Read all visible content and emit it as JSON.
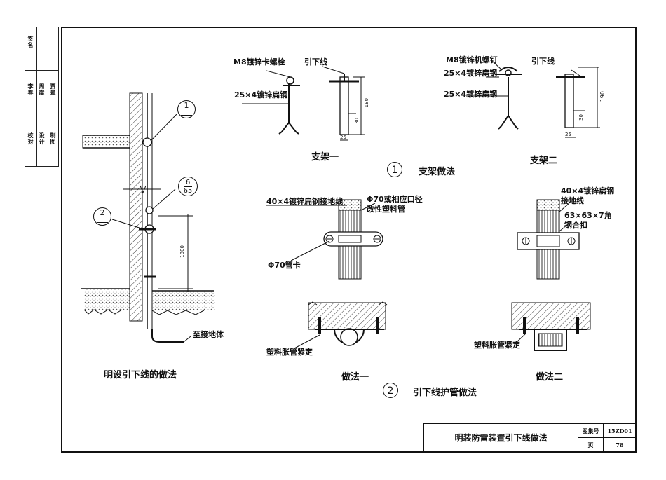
{
  "stamp": {
    "rows": [
      {
        "cells": [
          "签名",
          "",
          ""
        ]
      },
      {
        "cells": [
          "李春",
          "周崖",
          "贾晕"
        ]
      },
      {
        "cells": [
          "校对",
          "设计",
          "制图"
        ]
      }
    ]
  },
  "left_detail": {
    "caption": "明设引下线的做法",
    "marker_1": "1",
    "marker_6_top": "6",
    "marker_6_bottom": "65",
    "marker_2": "2",
    "dim_1800": "1800",
    "ground_label": "至接地体"
  },
  "bracket1": {
    "bolt_label": "M8镀锌卡螺栓",
    "flat_steel_label": "25×4镀锌扁钢",
    "down_label": "引下线",
    "caption": "支架一",
    "dim_180": "180",
    "dim_30": "30",
    "dim_25": "25"
  },
  "bracket2": {
    "nail_label": "M8镀锌机螺钉",
    "flat_steel_label1": "25×4镀锌扁钢",
    "flat_steel_label2": "25×4镀锌扁钢",
    "down_label": "引下线",
    "caption": "支架二",
    "dim_190": "190",
    "dim_30": "30",
    "dim_25": "25"
  },
  "section1": {
    "number": "1",
    "title": "支架做法"
  },
  "method1": {
    "flat_label": "40×4镀锌扁钢接地线",
    "pipe_label": "Φ70或相应口径改性塑料管",
    "clamp_label": "Φ70管卡",
    "expand_label": "塑料胀管紧定",
    "caption": "做法一"
  },
  "method2": {
    "flat_label": "40×4镀锌扁钢接地线",
    "angle_label": "63×63×7角钢合扣",
    "expand_label": "塑料胀管紧定",
    "caption": "做法二"
  },
  "section2": {
    "number": "2",
    "title": "引下线护管做法"
  },
  "title_block": {
    "title": "明装防雷装置引下线做法",
    "atlas_label": "图集号",
    "atlas_value": "15ZD01",
    "page_label": "页",
    "page_value": "78"
  }
}
